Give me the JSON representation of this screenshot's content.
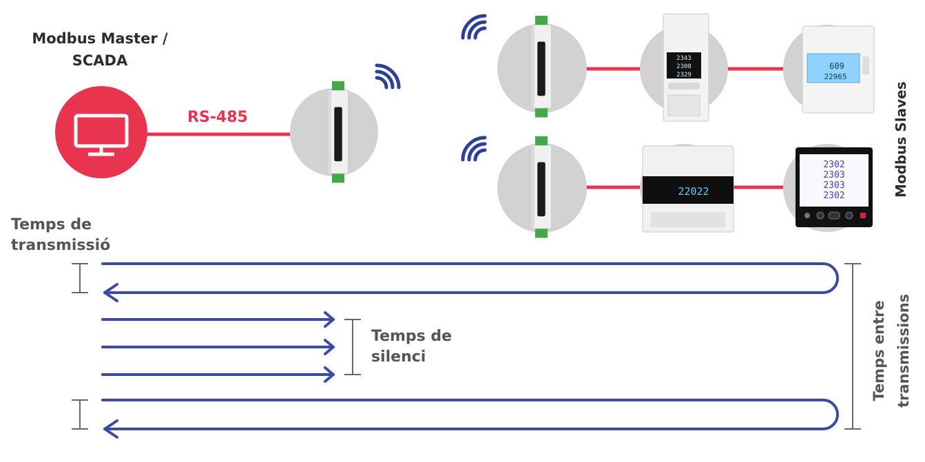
{
  "master": {
    "line1": "Modbus Master /",
    "line2": "SCADA"
  },
  "link_label": "RS-485",
  "slaves_label": "Modbus Slaves",
  "timing": {
    "transmission_line1": "Temps de",
    "transmission_line2": "transmissió",
    "silence_line1": "Temps de",
    "silence_line2": "silenci",
    "between_line1": "Temps entre",
    "between_line2": "transmissions"
  },
  "meters": {
    "meter1_readings": [
      "2343",
      "2308",
      "2329"
    ],
    "meter2_readings": [
      "609",
      "22965"
    ],
    "meter3_reading": "22022",
    "meter4_readings": [
      "2302",
      "2303",
      "2303",
      "2302"
    ]
  },
  "colors": {
    "accent_red": "#e8344e",
    "arrow_blue": "#3b4aa3",
    "circle_grey": "#d2d2d2",
    "text_dark": "#2d2d2d",
    "text_grey": "#555555",
    "wifi_blue": "#2e3f97"
  },
  "icons": [
    "monitor-icon",
    "wifi-icon",
    "gateway-device-icon",
    "energy-meter-icon"
  ]
}
